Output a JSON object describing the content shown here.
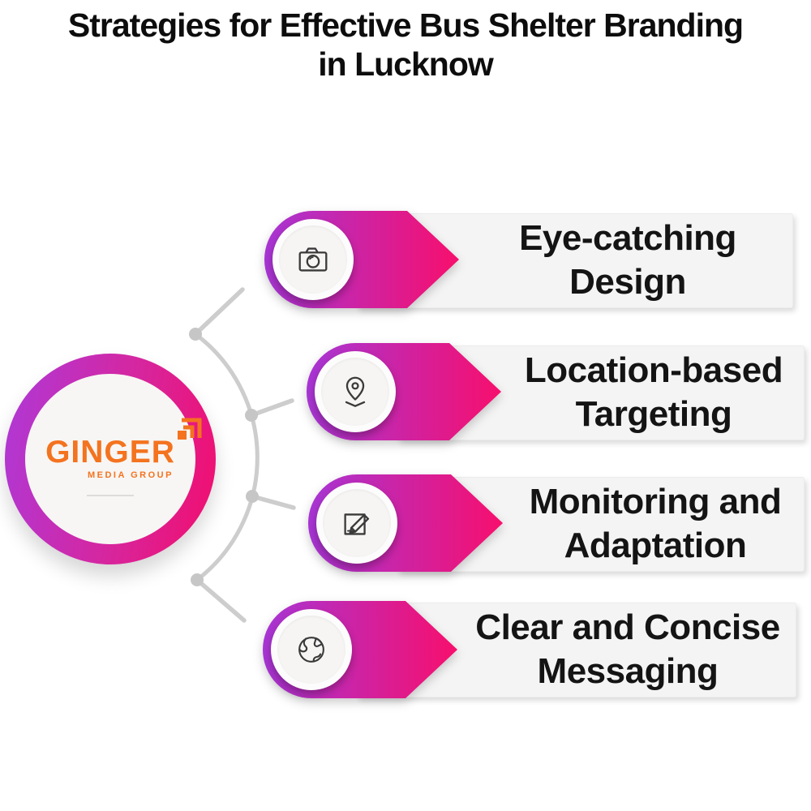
{
  "title": {
    "line1": "Strategies for Effective Bus Shelter Branding",
    "line2": "in Lucknow"
  },
  "brand": {
    "name": "GINGER",
    "subtitle": "MEDIA GROUP",
    "logo_icon": "corner-brackets-icon"
  },
  "strategies": [
    {
      "label_line1": "Eye-catching",
      "label_line2": "Design",
      "icon": "camera-icon"
    },
    {
      "label_line1": "Location-based",
      "label_line2": "Targeting",
      "icon": "location-pin-icon"
    },
    {
      "label_line1": "Monitoring and",
      "label_line2": "Adaptation",
      "icon": "edit-pencil-icon"
    },
    {
      "label_line1": "Clear and Concise",
      "label_line2": "Messaging",
      "icon": "globe-icon"
    }
  ],
  "colors": {
    "gradient_purple": "#a735d5",
    "gradient_pink": "#f70f6d",
    "brand_orange": "#f4731f",
    "panel_gray": "#f4f4f4",
    "connector_gray": "#cdcdcd",
    "text_black": "#141414"
  }
}
